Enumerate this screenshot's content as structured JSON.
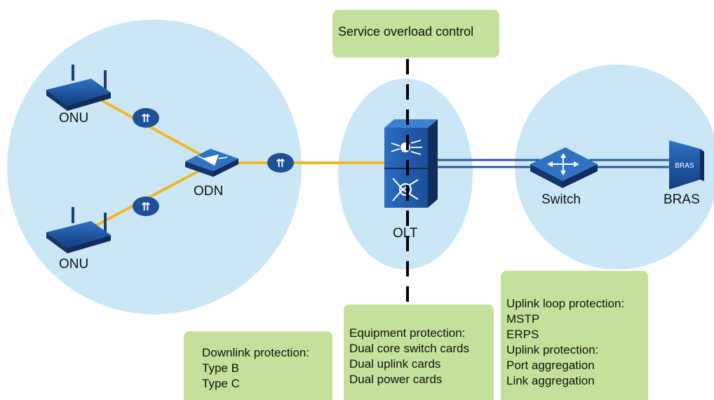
{
  "labels": {
    "onu_top": "ONU",
    "onu_bottom": "ONU",
    "odn": "ODN",
    "olt": "OLT",
    "switch": "Switch",
    "bras": "BRAS",
    "bras_device_text": "BRAS"
  },
  "callouts": {
    "service": {
      "lines": [
        "Service overload control"
      ]
    },
    "downlink": {
      "lines": [
        "Downlink protection:",
        "Type B",
        "Type C"
      ]
    },
    "equipment": {
      "lines": [
        "Equipment protection:",
        "Dual core switch cards",
        "Dual uplink cards",
        "Dual power cards"
      ]
    },
    "uplink": {
      "lines": [
        "Uplink loop protection:",
        "MSTP",
        "ERPS",
        "Uplink protection:",
        "Port aggregation",
        "Link aggregation"
      ]
    }
  },
  "colors": {
    "zone_fill": "#cbe7f6",
    "callout_fill": "#c3e19a",
    "fiber": "#f2b824",
    "device_blue": "#1f56a0",
    "uplink_line": "#2b5aa0"
  }
}
